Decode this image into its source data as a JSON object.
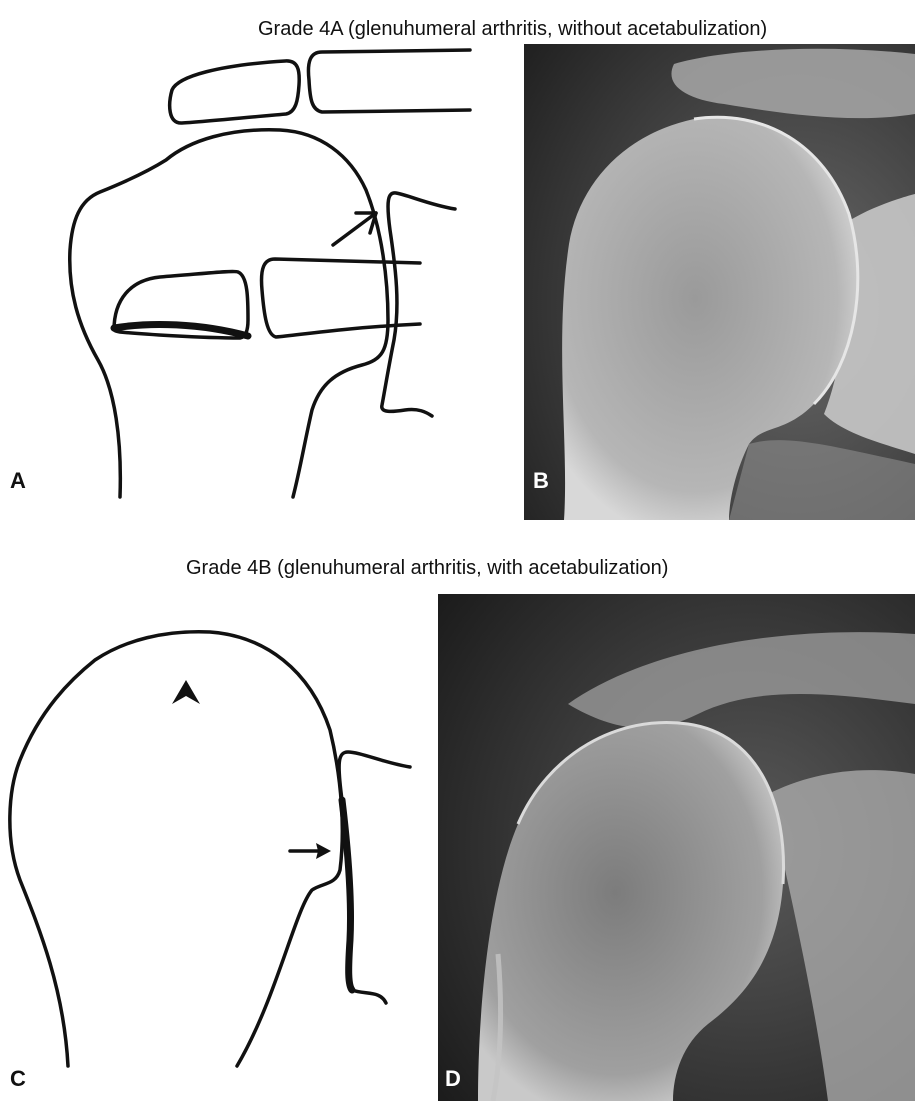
{
  "figure": {
    "top_caption": "Grade 4A  (glenuhumeral arthritis, without acetabulization)",
    "bottom_caption": "Grade 4B (glenuhumeral arthritis, with acetabulization)",
    "panels": {
      "a": "A",
      "b": "B",
      "c": "C",
      "d": "D"
    }
  },
  "colors": {
    "line": "#111111",
    "xray_dark": "#2a2a2a",
    "xray_bone": "#bdbdbd"
  }
}
